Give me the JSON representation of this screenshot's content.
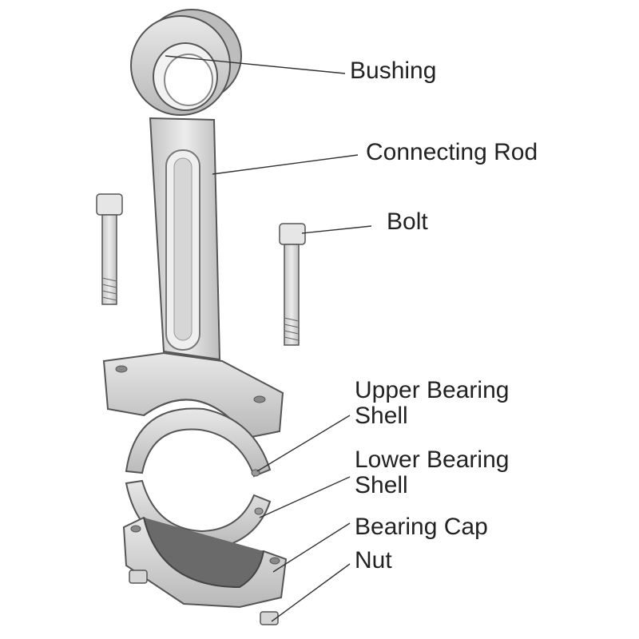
{
  "labels": {
    "bushing": "Bushing",
    "connecting_rod": "Connecting Rod",
    "bolt": "Bolt",
    "upper_bearing_shell": [
      "Upper Bearing",
      "Shell"
    ],
    "lower_bearing_shell": [
      "Lower Bearing",
      "Shell"
    ],
    "bearing_cap": "Bearing Cap",
    "nut": "Nut"
  },
  "colors": {
    "part_fill": "#d9d9d9",
    "part_light": "#ececec",
    "part_shadow": "#b3b3b3",
    "outline": "#555555",
    "leader": "#333333",
    "text": "#222222"
  }
}
